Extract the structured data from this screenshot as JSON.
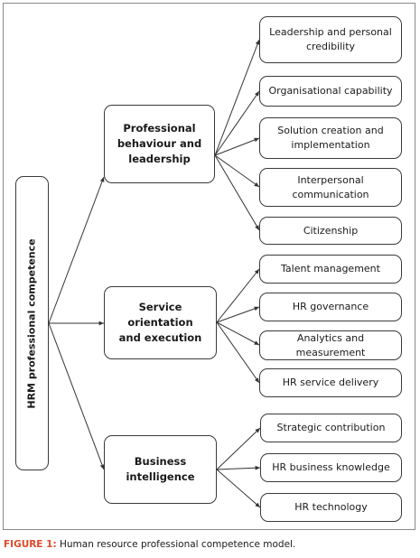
{
  "root": {
    "label": "HRM professional competence"
  },
  "groups": [
    {
      "label": "Professional behaviour and leadership",
      "items": [
        "Leadership and personal credibility",
        "Organisational capability",
        "Solution creation and implementation",
        "Interpersonal communication",
        "Citizenship"
      ]
    },
    {
      "label": "Service orientation and execution",
      "items": [
        "Talent management",
        "HR governance",
        "Analytics and measurement",
        "HR service delivery"
      ]
    },
    {
      "label": "Business intelligence",
      "items": [
        "Strategic contribution",
        "HR business knowledge",
        "HR technology"
      ]
    }
  ],
  "caption": {
    "label": "FIGURE 1:",
    "text": "Human resource professional competence model."
  },
  "colors": {
    "caption_label": "#e04a2a",
    "border": "#3a3a3a",
    "frame": "#8a8a8a"
  }
}
